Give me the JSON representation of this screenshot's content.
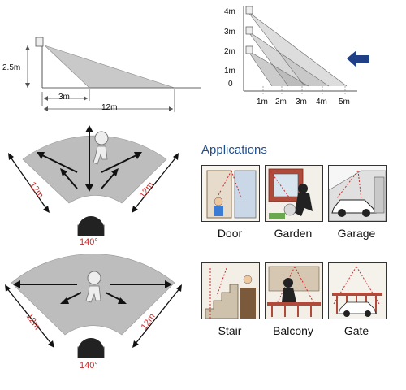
{
  "side_view": {
    "height_label": "2.5m",
    "near_label": "3m",
    "far_label": "12m"
  },
  "height_chart": {
    "y_labels": [
      "4m",
      "3m",
      "2m",
      "1m",
      "0"
    ],
    "x_labels": [
      "1m",
      "2m",
      "3m",
      "4m",
      "5m"
    ],
    "arrow_color": "#1f3f86"
  },
  "top_view_1": {
    "left_label": "12m",
    "right_label": "12m",
    "angle_label": "140°"
  },
  "top_view_2": {
    "left_label": "12m",
    "right_label": "12m",
    "angle_label": "140°"
  },
  "applications": {
    "title": "Applications",
    "title_color": "#1f4e8c",
    "items": [
      {
        "label": "Door",
        "icon": "door-scene-icon"
      },
      {
        "label": "Garden",
        "icon": "garden-thief-scene-icon"
      },
      {
        "label": "Garage",
        "icon": "garage-car-scene-icon"
      },
      {
        "label": "Stair",
        "icon": "stair-scene-icon"
      },
      {
        "label": "Balcony",
        "icon": "balcony-scene-icon"
      },
      {
        "label": "Gate",
        "icon": "gate-scene-icon"
      }
    ]
  }
}
